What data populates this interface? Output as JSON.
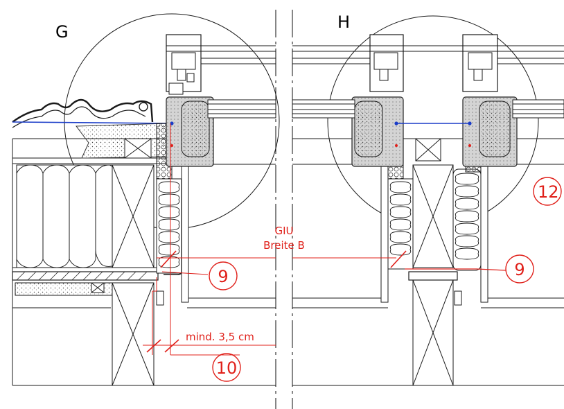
{
  "details": {
    "left": "G",
    "right": "H"
  },
  "annotations": {
    "giu": "GIU",
    "breite": "Breite B",
    "min_distance": "mind. 3,5 cm"
  },
  "markers": {
    "left_nine": "9",
    "right_nine": "9",
    "ten": "10",
    "twelve": "12"
  },
  "colors": {
    "line": "#1a1a1a",
    "annotation": "#e0201a",
    "membrane": "#1a3cc8"
  }
}
